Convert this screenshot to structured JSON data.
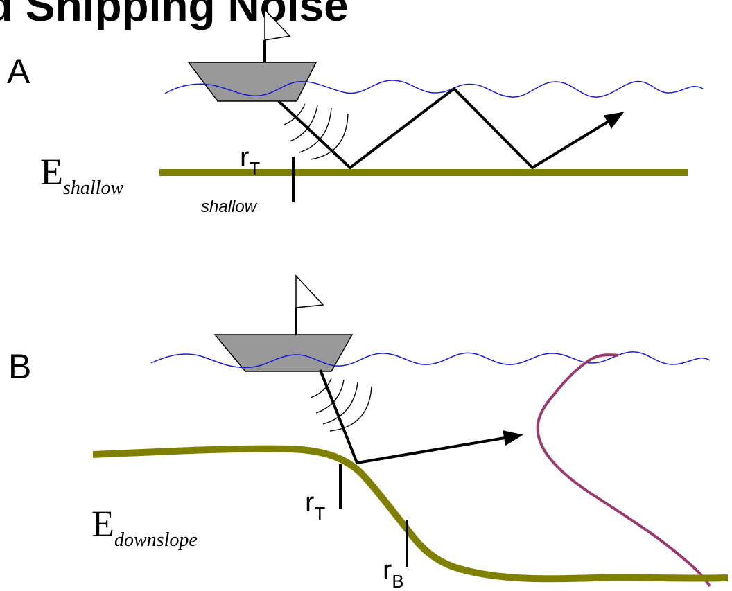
{
  "title_fragment": "d Shipping Noise",
  "panel_a": {
    "label": "A",
    "e_main": "E",
    "e_sub": "shallow",
    "r_main": "r",
    "r_sub": "T",
    "shallow_label": "shallow"
  },
  "panel_b": {
    "label": "B",
    "e_main": "E",
    "e_sub": "downslope",
    "rt_main": "r",
    "rt_sub": "T",
    "rb_main": "r",
    "rb_sub": "B"
  },
  "colors": {
    "water": "#1a1ad6",
    "seafloor": "#808000",
    "boat_hull": "#999999",
    "ray": "#000000",
    "sound_speed_profile": "#9b3a6e"
  },
  "icons": {
    "boat": "sailboat-icon",
    "sound": "sound-wave-arcs-icon"
  }
}
